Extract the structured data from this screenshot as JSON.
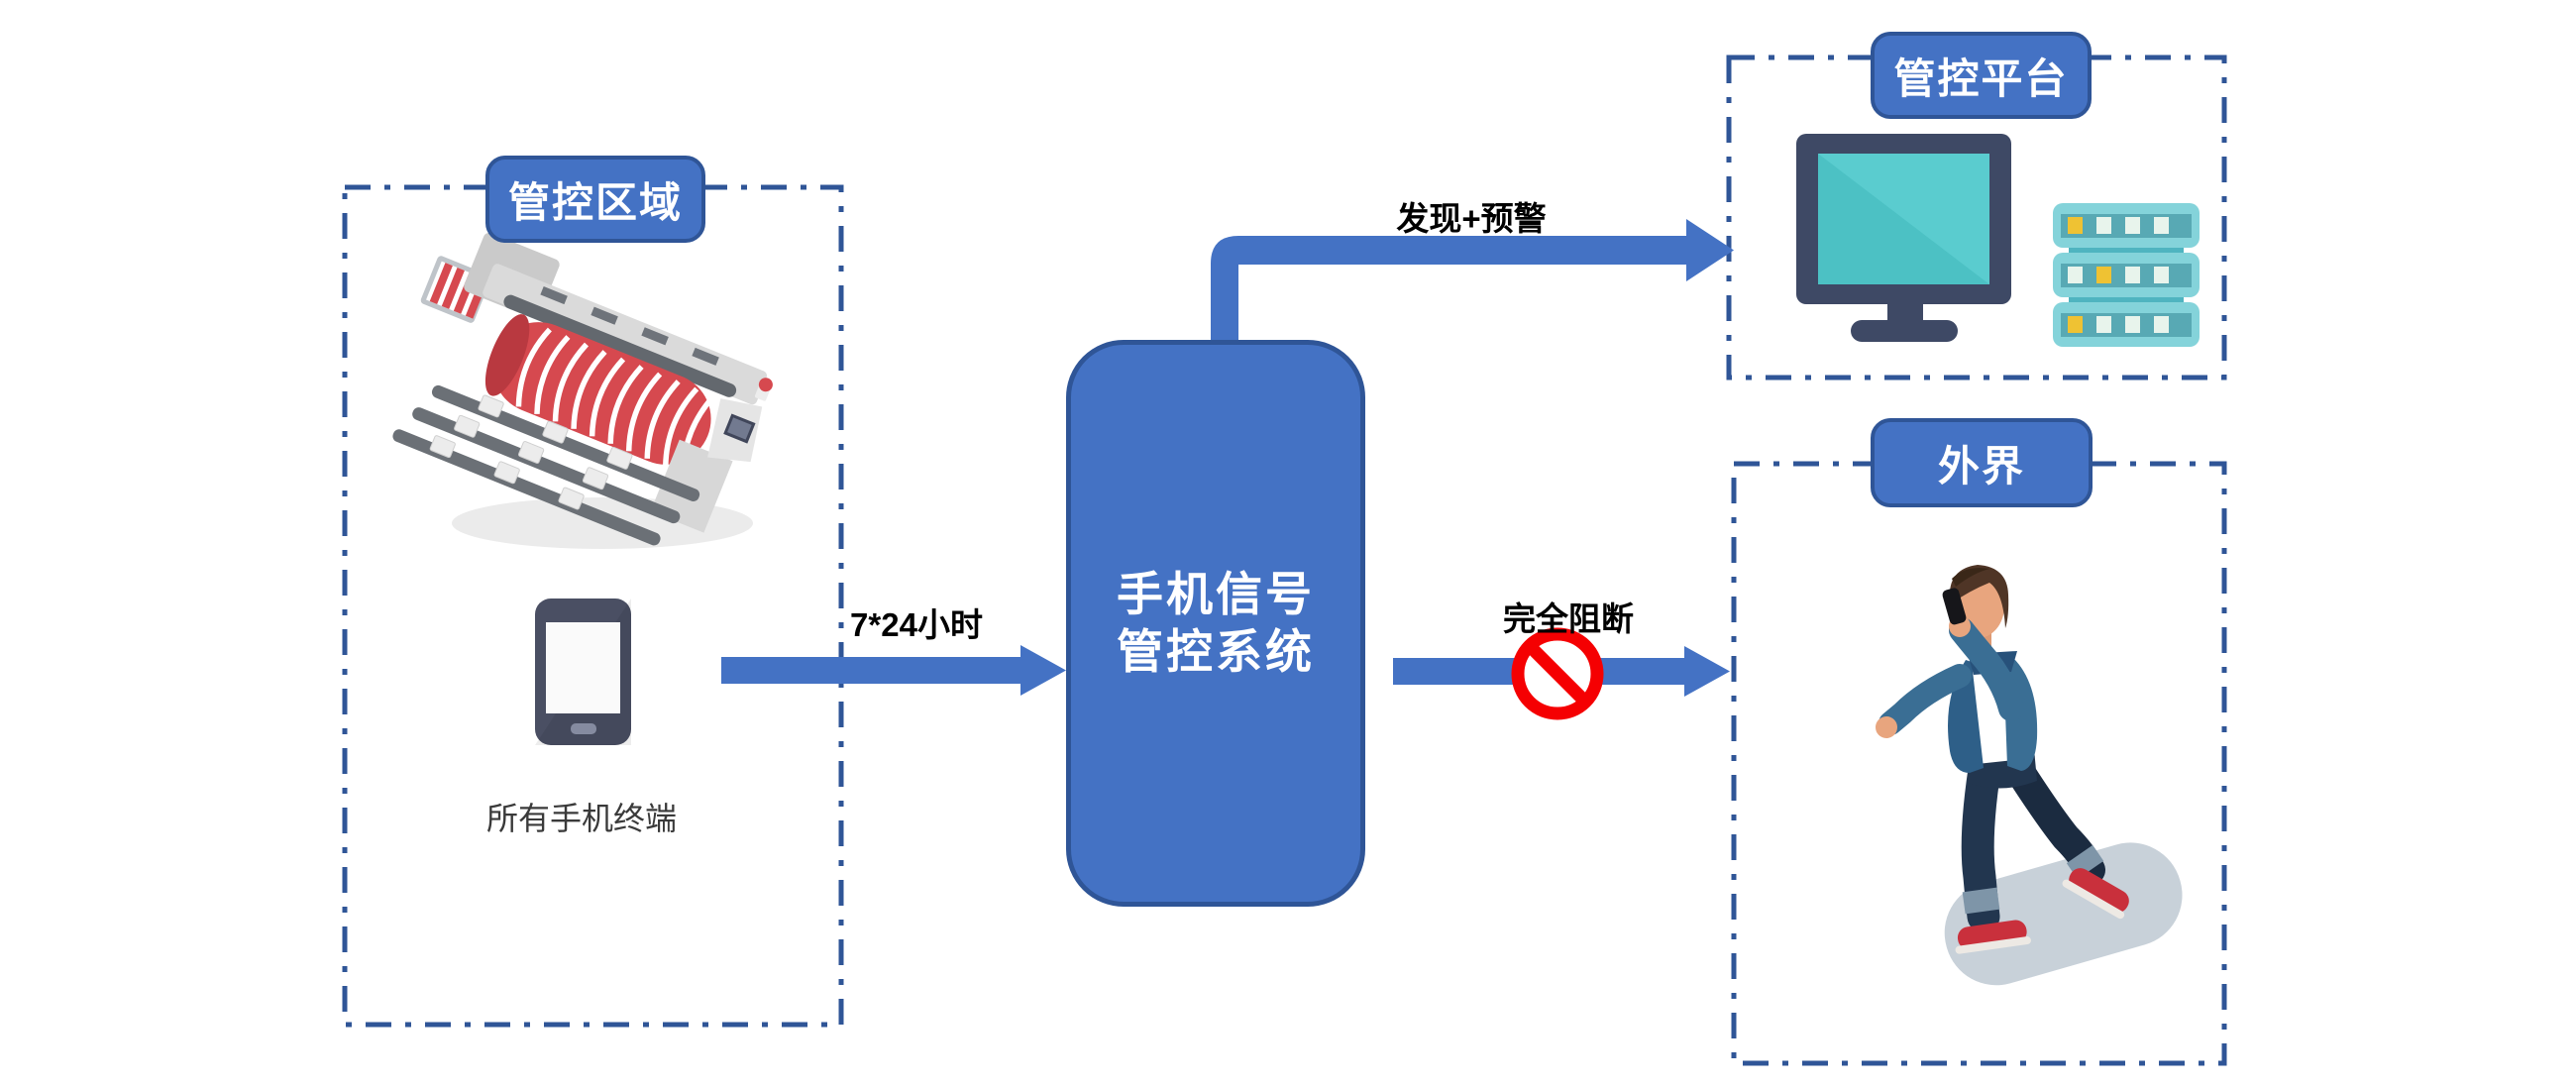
{
  "regions": {
    "control_area": {
      "label": "管控区域",
      "terminal_caption": "所有手机终端"
    },
    "platform": {
      "label": "管控平台"
    },
    "outside": {
      "label": "外界"
    }
  },
  "system_box": {
    "line1": "手机信号",
    "line2": "管控系统"
  },
  "flows": {
    "monitor": {
      "label": "7*24小时"
    },
    "alert": {
      "label": "发现+预警"
    },
    "block": {
      "label": "完全阻断"
    }
  },
  "icons": {
    "control_area_machine": "textile-machine-icon",
    "control_area_phone": "smartphone-icon",
    "platform_monitor": "monitor-icon",
    "platform_server": "server-rack-icon",
    "outside_person": "person-on-phone-icon",
    "block_sign": "no-entry-icon"
  },
  "colors": {
    "accent_blue": "#4472C4",
    "border_blue": "#2F5597",
    "prohibition_red": "#F50002",
    "machine_red": "#D6494F",
    "screen_teal": "#4CC1C4"
  }
}
